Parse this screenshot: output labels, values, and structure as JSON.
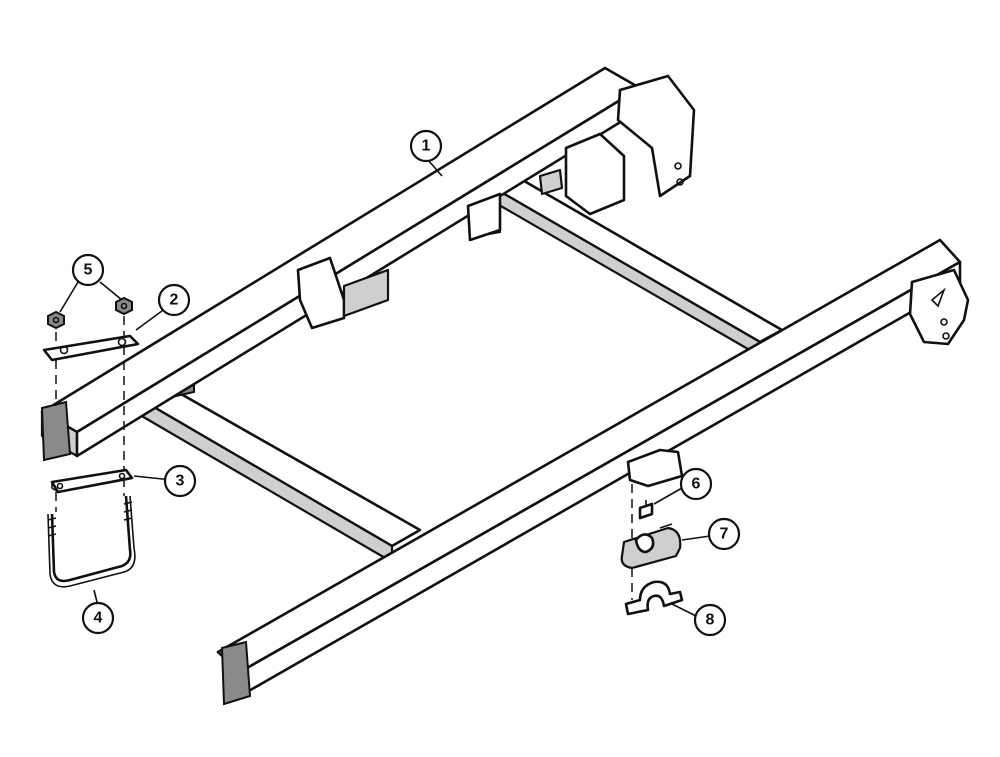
{
  "diagram": {
    "callouts": [
      {
        "id": "1",
        "label": "1"
      },
      {
        "id": "2",
        "label": "2"
      },
      {
        "id": "3",
        "label": "3"
      },
      {
        "id": "4",
        "label": "4"
      },
      {
        "id": "5",
        "label": "5"
      },
      {
        "id": "6",
        "label": "6"
      },
      {
        "id": "7",
        "label": "7"
      },
      {
        "id": "8",
        "label": "8"
      }
    ]
  },
  "colors": {
    "line": "#111111",
    "background": "#ffffff",
    "shade": "#cfcfcf"
  }
}
